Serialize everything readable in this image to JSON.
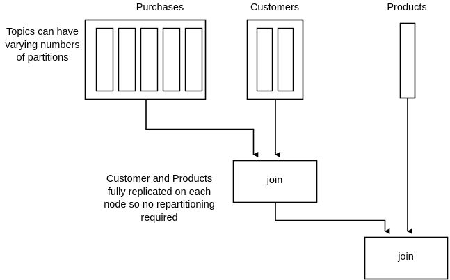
{
  "diagram": {
    "title_bar": "",
    "background_color": "#ffffff",
    "stroke_color": "#000000",
    "fill_color": "#ffffff",
    "topics": [
      {
        "id": "purchases",
        "label": "Purchases",
        "partition_count": 5,
        "shape": "container-with-partitions"
      },
      {
        "id": "customers",
        "label": "Customers",
        "partition_count": 2,
        "shape": "container-with-partitions"
      },
      {
        "id": "products",
        "label": "Products",
        "partition_count": 1,
        "shape": "single-partition"
      }
    ],
    "notes": [
      {
        "id": "partitions-note",
        "lines": [
          "Topics can have",
          "varying numbers",
          "of partitions"
        ]
      },
      {
        "id": "replication-note",
        "lines": [
          "Customer and Products",
          "fully replicated on each",
          "node so no repartitioning",
          "required"
        ]
      }
    ],
    "operators": [
      {
        "id": "join-1",
        "label": "join"
      },
      {
        "id": "join-2",
        "label": "join"
      }
    ],
    "edges": [
      {
        "id": "purchases-to-join1",
        "from": "purchases",
        "to": "join-1",
        "style": "elbow",
        "arrow": true
      },
      {
        "id": "customers-to-join1",
        "from": "customers",
        "to": "join-1",
        "style": "straight",
        "arrow": true
      },
      {
        "id": "join1-to-join2",
        "from": "join-1",
        "to": "join-2",
        "style": "elbow",
        "arrow": true
      },
      {
        "id": "products-to-join2",
        "from": "products",
        "to": "join-2",
        "style": "straight",
        "arrow": true
      }
    ]
  }
}
